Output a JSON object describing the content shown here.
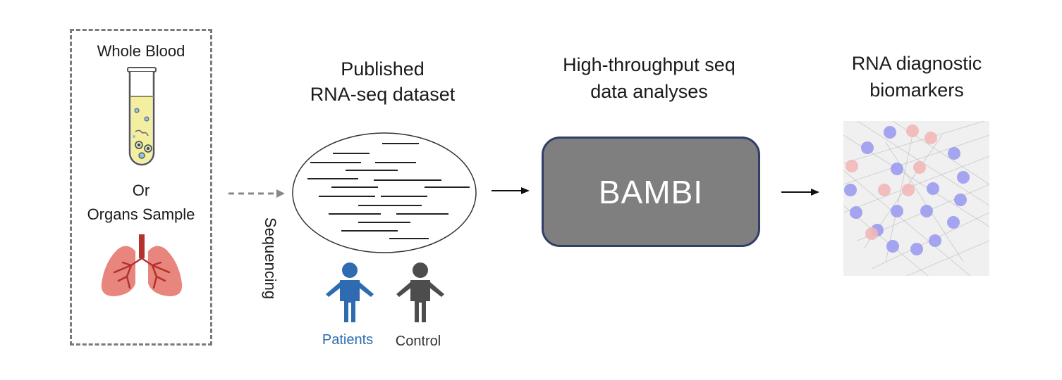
{
  "sample": {
    "whole_blood": "Whole Blood",
    "or": "Or",
    "organs_sample": "Organs Sample"
  },
  "sequencing": {
    "label": "Sequencing"
  },
  "dataset": {
    "title_line1": "Published",
    "title_line2": "RNA-seq dataset",
    "patients": "Patients",
    "control": "Control"
  },
  "analysis": {
    "title_line1": "High-throughput seq",
    "title_line2": "data analyses",
    "tool": "BAMBI"
  },
  "output": {
    "title_line1": "RNA diagnostic",
    "title_line2": "biomarkers"
  },
  "colors": {
    "patient_blue": "#2e6bb0",
    "control_gray": "#4d4d4d",
    "bambi_fill": "#7f7f7f",
    "bambi_border": "#2f3f66",
    "node_blue": "#9c9cf0",
    "node_pink": "#f2b8b8",
    "lung_fill": "#e8857c"
  }
}
